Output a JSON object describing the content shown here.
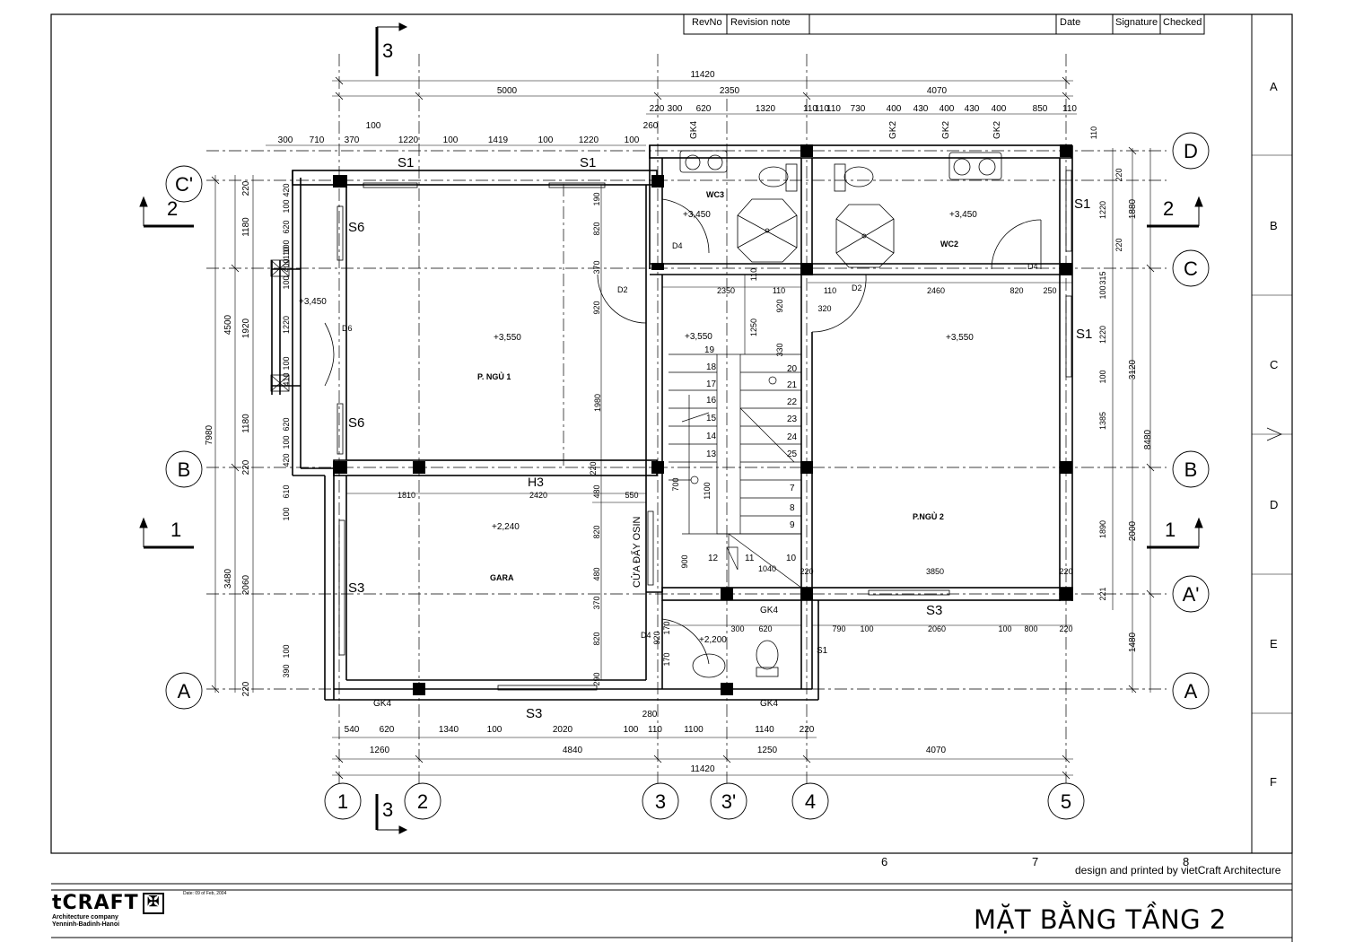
{
  "sheet": {
    "title": "MẶT BẰNG TẦNG 2",
    "credit": "design and printed by vietCraft Architecture",
    "company_logo": "tCRAFT",
    "company_sub1": "Architecture company",
    "company_sub2": "Yenninh-Badinh-Hanoi",
    "date_note": "Date: 09 of Feb, 2004"
  },
  "revision_table": {
    "headers": [
      "RevNo",
      "Revision note",
      "Date",
      "Signature",
      "Checked"
    ]
  },
  "border_letters": [
    "A",
    "B",
    "C",
    "D",
    "E",
    "F"
  ],
  "border_numbers": [
    "6",
    "7",
    "8"
  ],
  "grid_columns": [
    "1",
    "2",
    "3",
    "3'",
    "4",
    "5"
  ],
  "grid_rows": [
    "D",
    "C",
    "C'",
    "B",
    "A'",
    "A"
  ],
  "section_marks": [
    "1",
    "2",
    "3"
  ],
  "rooms": {
    "bedroom1": "P. NGỦ 1",
    "bedroom2": "P.NGỦ 2",
    "garage": "GARA",
    "wc2": "WC2",
    "wc3": "WC3",
    "maid_door": "CỬA ĐẨY OSIN",
    "beam": "H3"
  },
  "levels": [
    "+3,450",
    "+3,450",
    "+3,450",
    "+3,550",
    "+3,550",
    "+3,550",
    "+2,240",
    "+2,200"
  ],
  "tags": {
    "windows": [
      "S1",
      "S1",
      "S1",
      "S1",
      "S1",
      "S3",
      "S3",
      "S3",
      "S6",
      "S6"
    ],
    "doors": [
      "D2",
      "D2",
      "D4",
      "D4",
      "D4",
      "D6"
    ],
    "glass": [
      "GK4",
      "GK2",
      "GK2",
      "GK2",
      "GK4",
      "GK4",
      "GK4"
    ]
  },
  "stairs": {
    "left_steps": [
      "19",
      "18",
      "17",
      "16",
      "15",
      "14",
      "13"
    ],
    "right_steps": [
      "20",
      "21",
      "22",
      "23",
      "24",
      "25"
    ],
    "lower_steps": [
      "7",
      "8",
      "9",
      "10",
      "11",
      "12"
    ]
  },
  "dimensions_top": {
    "overall": "11420",
    "row2": [
      "5000",
      "2350",
      "4070"
    ],
    "row3": [
      "220",
      "300",
      "620",
      "1320",
      "110",
      "110",
      "110",
      "730",
      "400",
      "430",
      "400",
      "430",
      "400",
      "850",
      "110"
    ],
    "row4": [
      "300",
      "710",
      "370",
      "1220",
      "100",
      "1419",
      "100",
      "1220",
      "100"
    ],
    "small": [
      "100",
      "260"
    ]
  },
  "dimensions_bottom": {
    "row1": [
      "540",
      "620",
      "1340",
      "100",
      "2020",
      "100",
      "110",
      "1100",
      "1140",
      "220"
    ],
    "row2": [
      "1260",
      "4840",
      "1250",
      "4070"
    ],
    "overall": "11420",
    "small": [
      "280"
    ]
  },
  "dimensions_left": {
    "overall": "7980",
    "block": [
      "4500",
      "3480"
    ],
    "row": [
      "220",
      "1180",
      "1920",
      "1180",
      "220",
      "2060",
      "220"
    ],
    "inner": [
      "420",
      "100",
      "620",
      "100",
      "110",
      "400",
      "100",
      "1220",
      "100",
      "410",
      "620",
      "100",
      "420",
      "610",
      "100",
      "100",
      "390"
    ]
  },
  "dimensions_right": {
    "overall": "8480",
    "block": [
      "1880",
      "3120",
      "2000",
      "1480"
    ],
    "inner": [
      "110",
      "220",
      "1220",
      "220",
      "315",
      "100",
      "1220",
      "100",
      "1385",
      "1890",
      "221"
    ]
  },
  "dimensions_interior": [
    "2350",
    "110",
    "110",
    "2460",
    "820",
    "250",
    "320",
    "1810",
    "2420",
    "550",
    "480",
    "820",
    "480",
    "370",
    "820",
    "920",
    "170",
    "170",
    "290",
    "220",
    "700",
    "1100",
    "900",
    "1040",
    "220",
    "3850",
    "220",
    "300",
    "620",
    "790",
    "100",
    "2060",
    "100",
    "800",
    "220",
    "1250",
    "330",
    "920",
    "110",
    "190",
    "820",
    "370",
    "920",
    "1980"
  ]
}
